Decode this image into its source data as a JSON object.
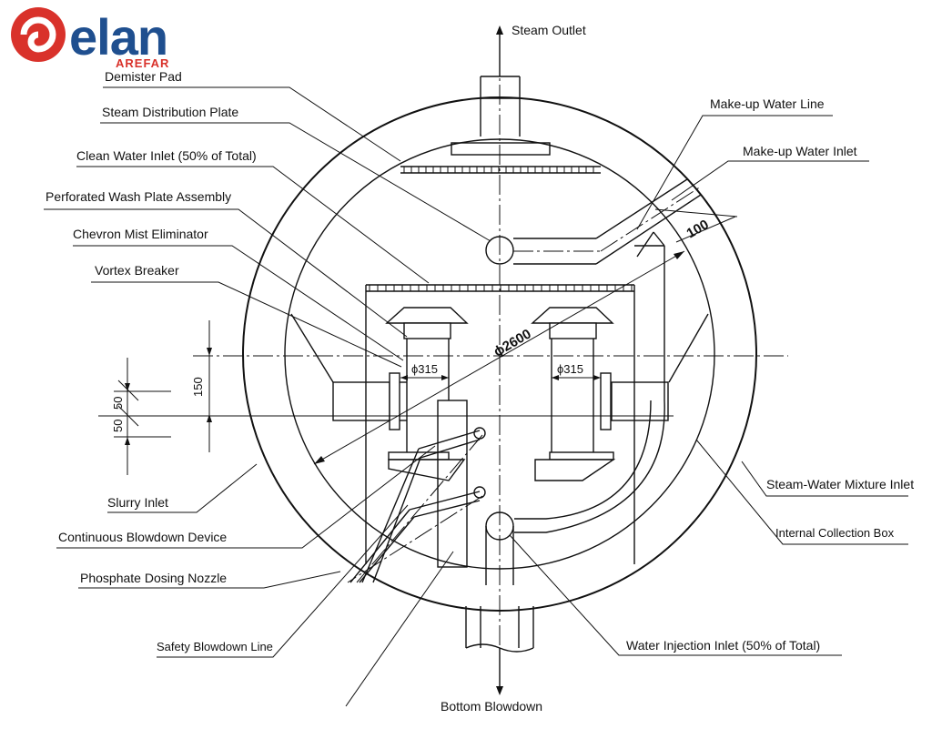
{
  "logo": {
    "name": "elan",
    "subtitle": "AREFAR",
    "colors": {
      "red": "#d9322b",
      "blue": "#1f4f8f"
    }
  },
  "labels": {
    "steam_outlet": "Steam Outlet",
    "demister_pad": "Demister Pad",
    "steam_distribution_plate": "Steam Distribution Plate",
    "clean_water_inlet": "Clean Water Inlet (50% of Total)",
    "perforated_wash_plate": "Perforated Wash Plate Assembly",
    "chevron_mist_eliminator": "Chevron Mist Eliminator",
    "vortex_breaker": "Vortex Breaker",
    "makeup_water_line": "Make-up Water Line",
    "makeup_water_inlet": "Make-up Water Inlet",
    "slurry_inlet": "Slurry Inlet",
    "continuous_blowdown": "Continuous Blowdown Device",
    "phosphate_dosing": "Phosphate Dosing Nozzle",
    "safety_blowdown": "Safety Blowdown Line",
    "bottom_blowdown": "Bottom Blowdown",
    "water_injection_inlet": "Water Injection Inlet (50% of Total)",
    "internal_collection_box": "Internal Collection Box",
    "steam_water_mixture_inlet": "Steam-Water Mixture Inlet"
  },
  "dimensions": {
    "diameter": "ϕ2600",
    "offset_100": "100",
    "phi315_left": "ϕ315",
    "phi315_right": "ϕ315",
    "dim_150": "150",
    "dim_50_upper": "50",
    "dim_50_lower": "50"
  }
}
